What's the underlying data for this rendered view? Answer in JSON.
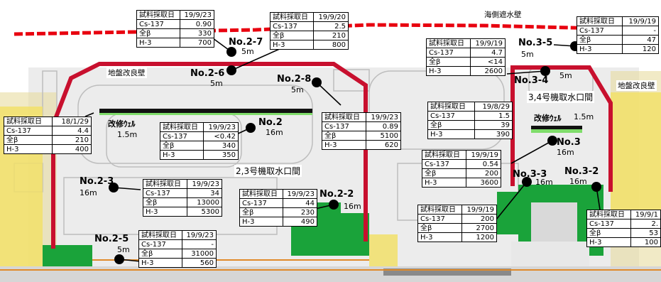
{
  "labels": {
    "seawall": "海側遮水壁",
    "ground_improve_left": "地盤改良壁",
    "ground_improve_right": "地盤改良壁",
    "intake_23": "2,3号機取水口間",
    "intake_34": "3,4号機取水口間",
    "kaishu_left": "改修ｳｪﾙ",
    "kaishu_left_depth": "1.5m",
    "kaishu_right": "改修ｳｪﾙ",
    "kaishu_right_depth": "1.5m"
  },
  "wells": [
    {
      "id": "no27",
      "name": "No.2-7",
      "depth": "5m"
    },
    {
      "id": "no26",
      "name": "No.2-6",
      "depth": "5m"
    },
    {
      "id": "no28",
      "name": "No.2-8",
      "depth": "5m"
    },
    {
      "id": "no2",
      "name": "No.2",
      "depth": "16m"
    },
    {
      "id": "no23",
      "name": "No.2-3",
      "depth": "16m"
    },
    {
      "id": "no22",
      "name": "No.2-2",
      "depth": "16m"
    },
    {
      "id": "no25",
      "name": "No.2-5",
      "depth": "5m"
    },
    {
      "id": "no35",
      "name": "No.3-5",
      "depth": "5m"
    },
    {
      "id": "no34",
      "name": "No.3-4",
      "depth": "5m"
    },
    {
      "id": "no3",
      "name": "No.3",
      "depth": "16m"
    },
    {
      "id": "no33",
      "name": "No.3-3",
      "depth": "16m"
    },
    {
      "id": "no32",
      "name": "No.3-2",
      "depth": "16m"
    }
  ],
  "tables": [
    {
      "id": "t27",
      "rows": [
        [
          "試料採取日",
          "19/9/23"
        ],
        [
          "Cs-137",
          "0.90"
        ],
        [
          "全β",
          "330"
        ],
        [
          "H-3",
          "700"
        ]
      ]
    },
    {
      "id": "t26",
      "rows": [
        [
          "試料採取日",
          "19/9/20"
        ],
        [
          "Cs-137",
          "2.5"
        ],
        [
          "全β",
          "210"
        ],
        [
          "H-3",
          "800"
        ]
      ]
    },
    {
      "id": "tleft",
      "rows": [
        [
          "試料採取日",
          "18/1/29"
        ],
        [
          "Cs-137",
          "4.4"
        ],
        [
          "全β",
          "210"
        ],
        [
          "H-3",
          "400"
        ]
      ]
    },
    {
      "id": "t2",
      "rows": [
        [
          "試料採取日",
          "19/9/23"
        ],
        [
          "Cs-137",
          "<0.42"
        ],
        [
          "全β",
          "340"
        ],
        [
          "H-3",
          "350"
        ]
      ]
    },
    {
      "id": "t28",
      "rows": [
        [
          "試料採取日",
          "19/9/23"
        ],
        [
          "Cs-137",
          "0.89"
        ],
        [
          "全β",
          "5100"
        ],
        [
          "H-3",
          "620"
        ]
      ]
    },
    {
      "id": "t23",
      "rows": [
        [
          "試料採取日",
          "19/9/23"
        ],
        [
          "Cs-137",
          "34"
        ],
        [
          "全β",
          "13000"
        ],
        [
          "H-3",
          "5300"
        ]
      ]
    },
    {
      "id": "t22",
      "rows": [
        [
          "試料採取日",
          "19/9/23"
        ],
        [
          "Cs-137",
          "44"
        ],
        [
          "全β",
          "230"
        ],
        [
          "H-3",
          "490"
        ]
      ]
    },
    {
      "id": "t25",
      "rows": [
        [
          "試料採取日",
          "19/9/23"
        ],
        [
          "Cs-137",
          "-"
        ],
        [
          "全β",
          "31000"
        ],
        [
          "H-3",
          "560"
        ]
      ]
    },
    {
      "id": "t35",
      "rows": [
        [
          "試料採取日",
          "19/9/19"
        ],
        [
          "Cs-137",
          "4.7"
        ],
        [
          "全β",
          "<14"
        ],
        [
          "H-3",
          "2600"
        ]
      ]
    },
    {
      "id": "ttopright",
      "rows": [
        [
          "試料採取日",
          "19/9/19"
        ],
        [
          "Cs-137",
          "-"
        ],
        [
          "全β",
          "47"
        ],
        [
          "H-3",
          "120"
        ]
      ]
    },
    {
      "id": "tkaishu",
      "rows": [
        [
          "試料採取日",
          "19/8/29"
        ],
        [
          "Cs-137",
          "1.5"
        ],
        [
          "全β",
          "39"
        ],
        [
          "H-3",
          "390"
        ]
      ]
    },
    {
      "id": "t3",
      "rows": [
        [
          "試料採取日",
          "19/9/19"
        ],
        [
          "Cs-137",
          "0.54"
        ],
        [
          "全β",
          "200"
        ],
        [
          "H-3",
          "3600"
        ]
      ]
    },
    {
      "id": "t33",
      "rows": [
        [
          "試料採取日",
          "19/9/19"
        ],
        [
          "Cs-137",
          "200"
        ],
        [
          "全β",
          "2700"
        ],
        [
          "H-3",
          "1200"
        ]
      ]
    },
    {
      "id": "t32",
      "rows": [
        [
          "試料採取日",
          "19/9/1"
        ],
        [
          "Cs-137",
          "2."
        ],
        [
          "全β",
          "53"
        ],
        [
          "H-3",
          "100"
        ]
      ]
    }
  ],
  "colors": {
    "wall": "#c8102e",
    "seawall": "#e8000f",
    "green": "#1aa33a",
    "yellow": "#f2e06a",
    "bg_gray": "#e6e6e6"
  }
}
